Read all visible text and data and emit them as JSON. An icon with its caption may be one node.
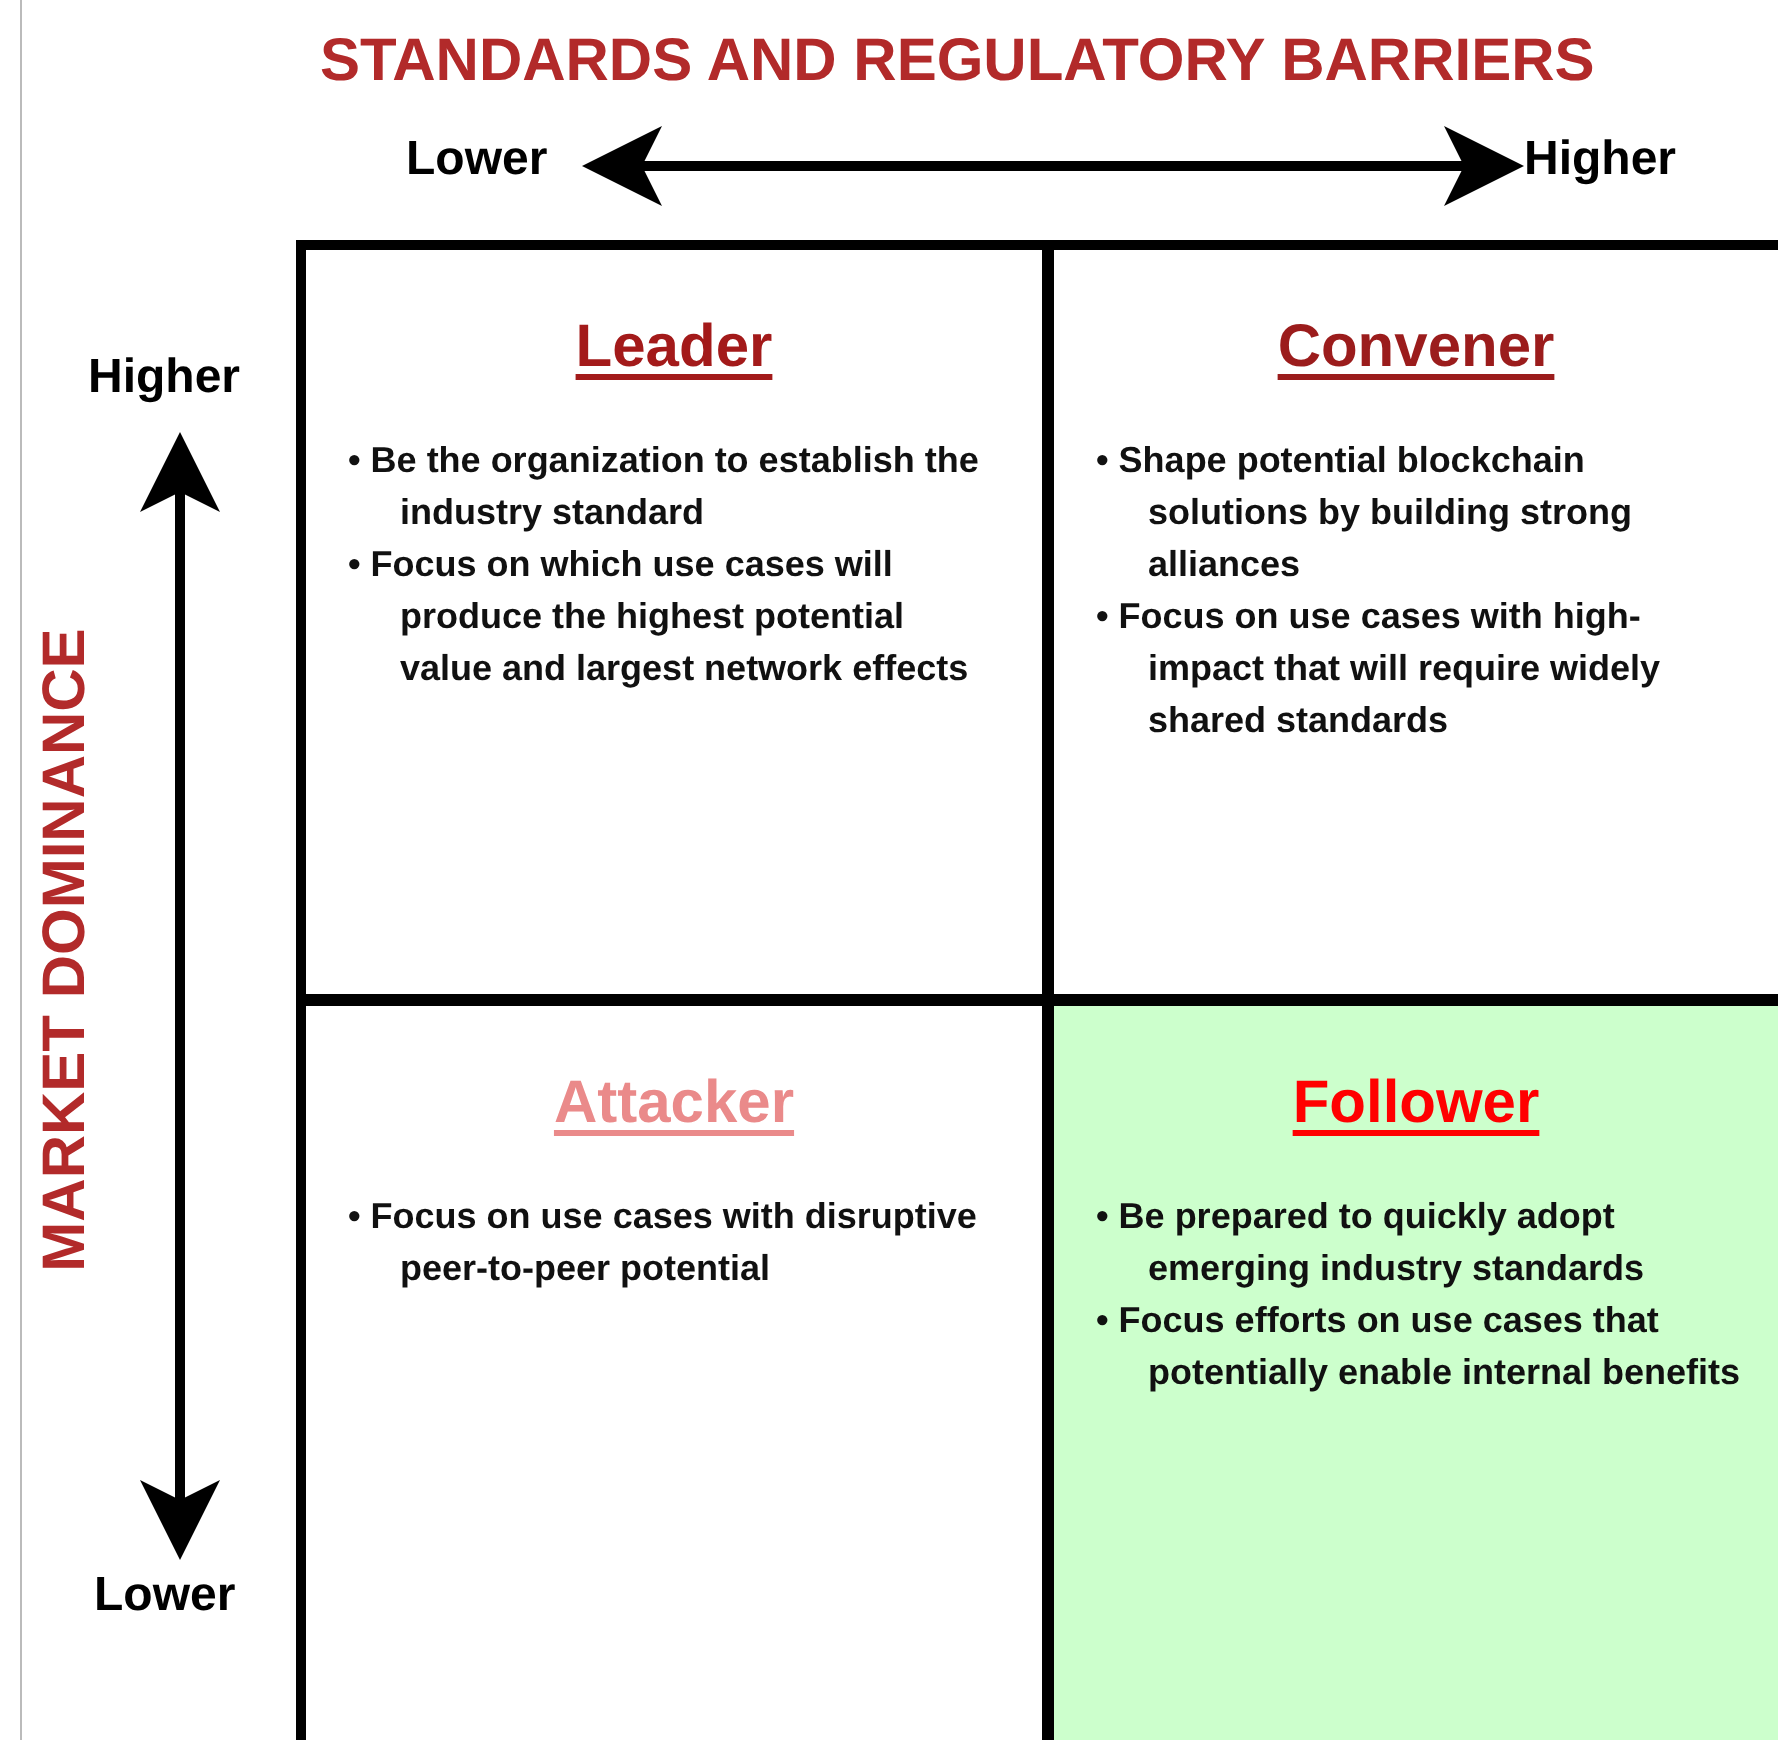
{
  "diagram": {
    "title": "STANDARDS AND REGULATORY BARRIERS",
    "nodes": [
      {
        "text": [
          "Leader",
          "• Be the organization to establish the industry standard",
          "• Focus on which use cases will produce the highest potential value and largest network effects"
        ]
      },
      {
        "text": [
          "Convener",
          "• Shape potential blockchain solutions by building strong alliances",
          "• Focus on use cases with high-impact that will require widely shared standards"
        ]
      },
      {
        "text": [
          "Attacker",
          "• Focus on use cases with disruptive peer-to-peer potential"
        ]
      },
      {
        "text": [
          "Follower",
          "• Be prepared to quickly adopt emerging industry standards",
          "• Focus efforts on use cases that potentially enable internal benefits"
        ]
      }
    ],
    "labels": [
      "Lower",
      "Higher",
      "Higher",
      "MARKET DOMINANCE",
      "Lower"
    ]
  }
}
